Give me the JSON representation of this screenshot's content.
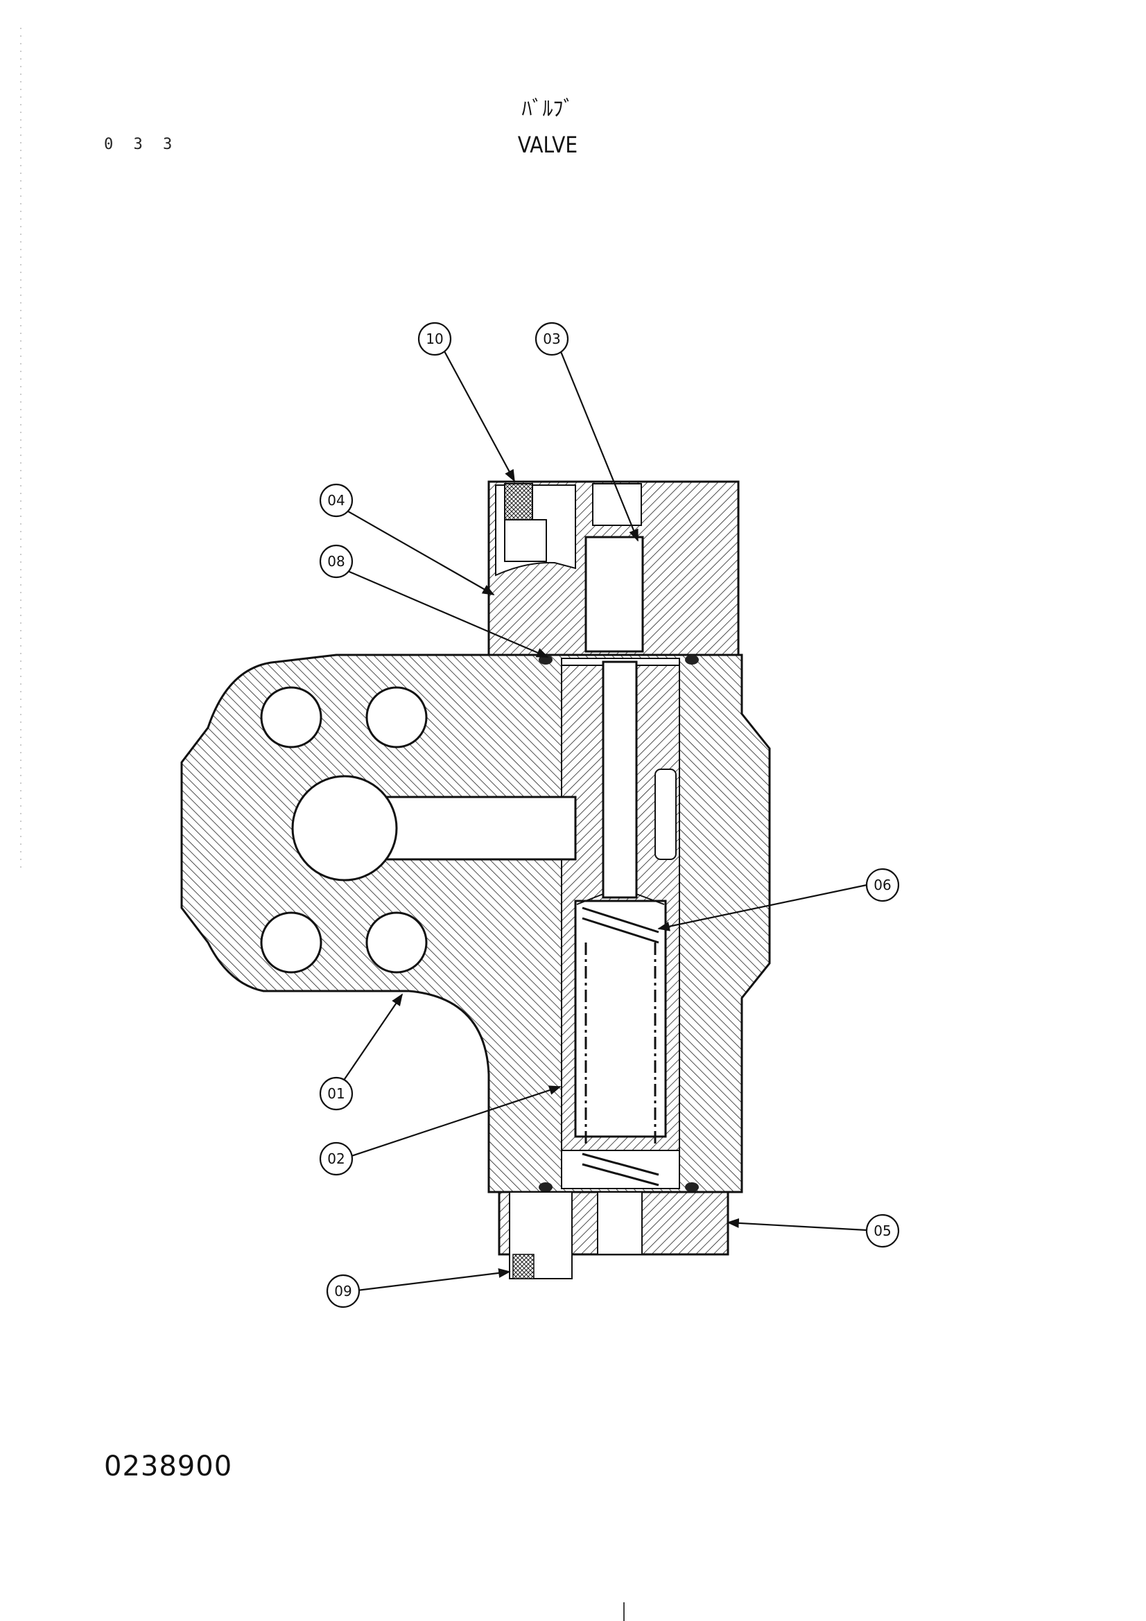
{
  "page_number": "0 3 3",
  "title_jp": "ﾊﾞﾙﾌﾞ",
  "title_en": "VALVE",
  "drawing_number": "0238900",
  "callouts": [
    {
      "id": "10",
      "label": "10"
    },
    {
      "id": "03",
      "label": "03"
    },
    {
      "id": "04",
      "label": "04"
    },
    {
      "id": "08",
      "label": "08"
    },
    {
      "id": "06",
      "label": "06"
    },
    {
      "id": "01",
      "label": "01"
    },
    {
      "id": "02",
      "label": "02"
    },
    {
      "id": "05",
      "label": "05"
    },
    {
      "id": "09",
      "label": "09"
    }
  ]
}
